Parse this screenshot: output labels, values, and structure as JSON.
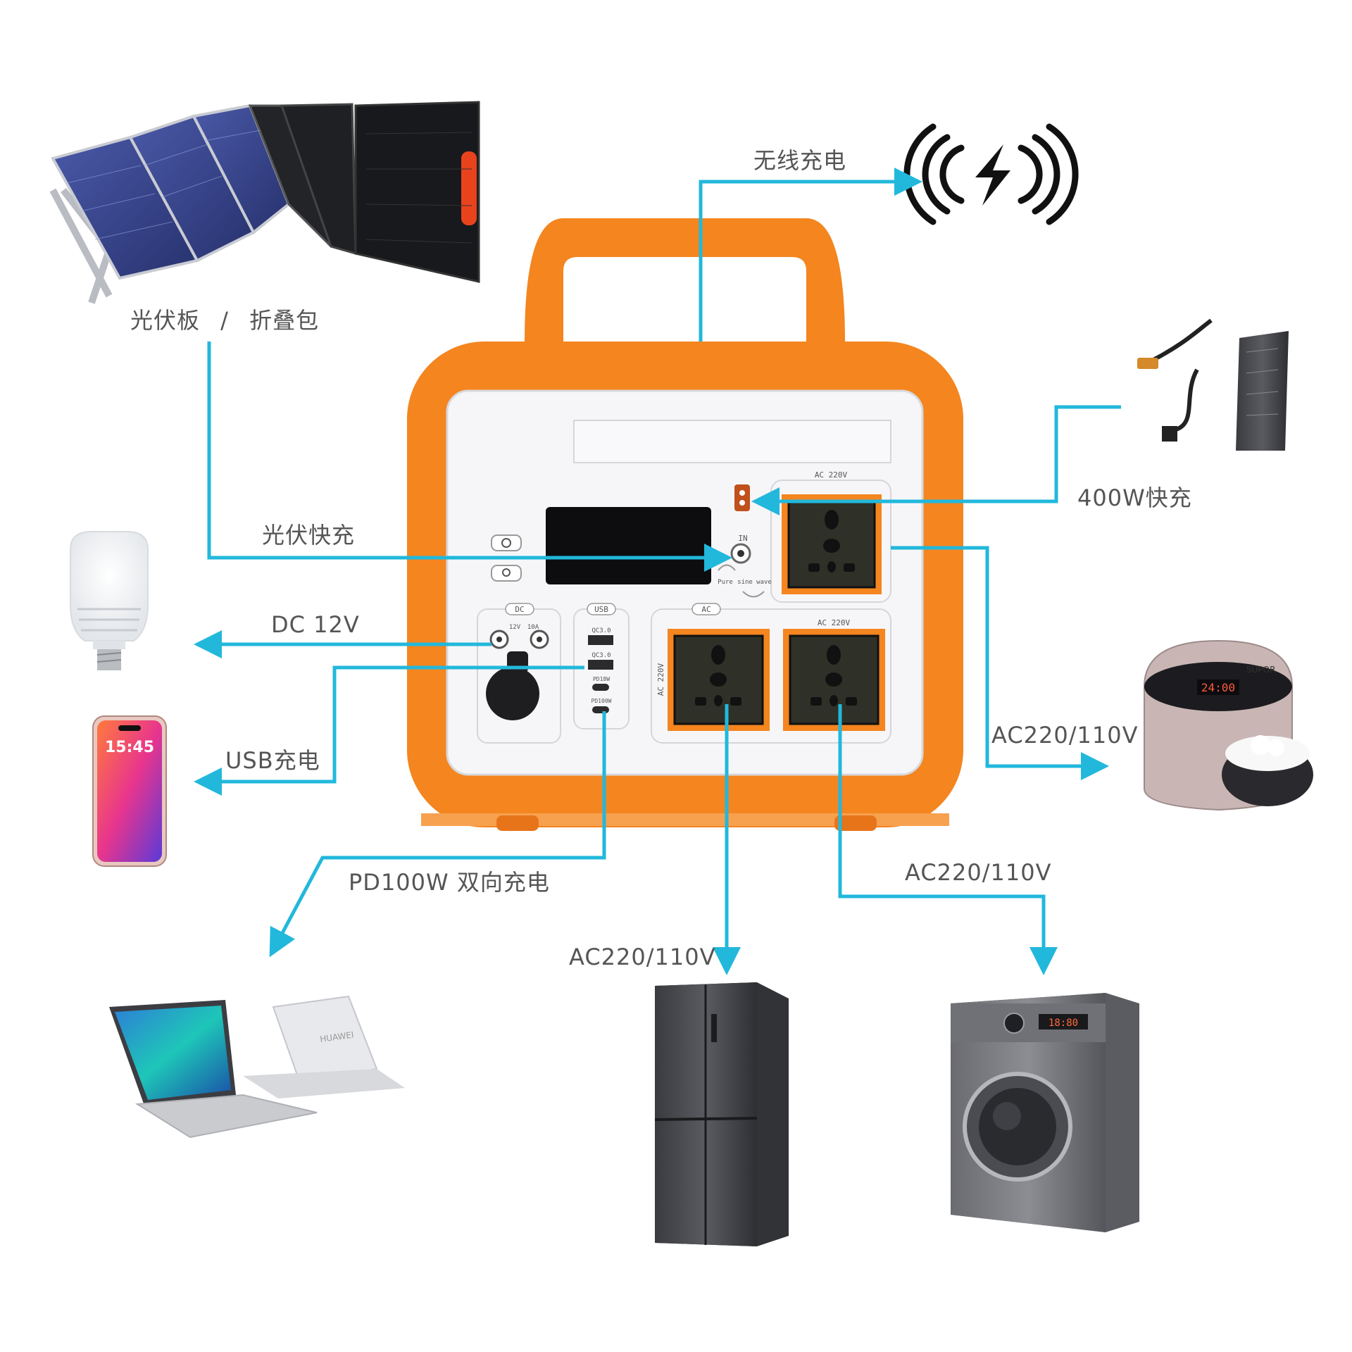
{
  "labels": {
    "solar_panel": "光伏板 / 折叠包",
    "wireless_charging": "无线充电",
    "pv_fast_charge": "光伏快充",
    "fast_charge_400w": "400W快充",
    "dc_12v": "DC 12V",
    "usb_charging": "USB充电",
    "pd100w": "PD100W 双向充电",
    "ac_right": "AC220/110V",
    "ac_bottom_mid": "AC220/110V",
    "ac_bottom_left": "AC220/110V"
  },
  "panel": {
    "ac_220v_top": "AC 220V",
    "ac_220v_right": "AC 220V",
    "ac_220v_side": "AC 220V",
    "ac_header": "AC",
    "dc_header": "DC",
    "usb_header": "USB",
    "dc_12v": "12V",
    "dc_10a": "10A",
    "qc1": "QC3.0",
    "qc2": "QC3.0",
    "pd18": "PD18W",
    "pd100": "PD100W",
    "in_label": "IN",
    "pure": "Pure",
    "sine": "sine",
    "wave": "wave"
  },
  "devices": {
    "phone_time": "15:45",
    "cooker_display": "24:00",
    "cooker_brand": "SUPOR",
    "washer_display": "18:80",
    "laptop_brand": "HUAWEI"
  },
  "colors": {
    "arrow": "#22b8dc",
    "orange": "#f4851f",
    "panel_white": "#f6f6f8"
  }
}
